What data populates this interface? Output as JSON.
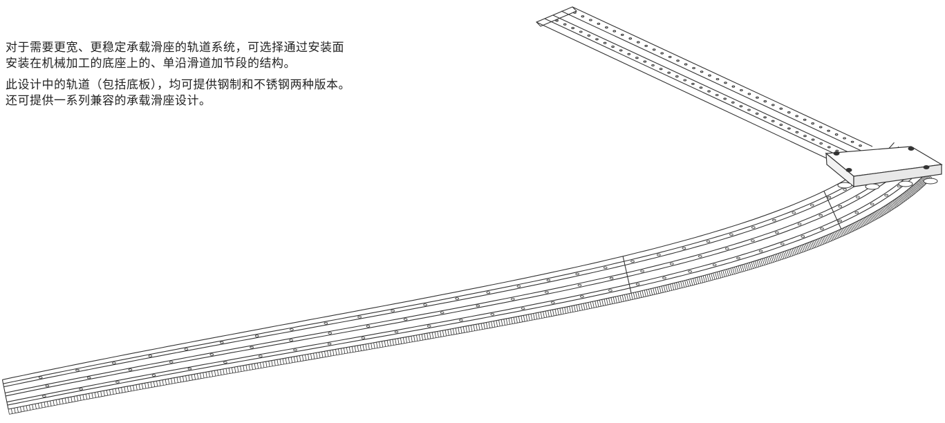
{
  "description": {
    "paragraphs": [
      {
        "lines": [
          "对于需要更宽、更稳定承载滑座的轨道系统，可选择通过安装面",
          "安装在机械加工的底座上的、单沿滑道加节段的结构。"
        ]
      },
      {
        "lines": [
          "此设计中的轨道（包括底板），均可提供钢制和不锈钢两种版本。",
          "还可提供一系列兼容的承载滑座设计。"
        ]
      }
    ]
  },
  "illustration": {
    "name": "curved-track-system-with-carriage",
    "stroke_color": "#333333",
    "fill_color": "#ffffff"
  }
}
